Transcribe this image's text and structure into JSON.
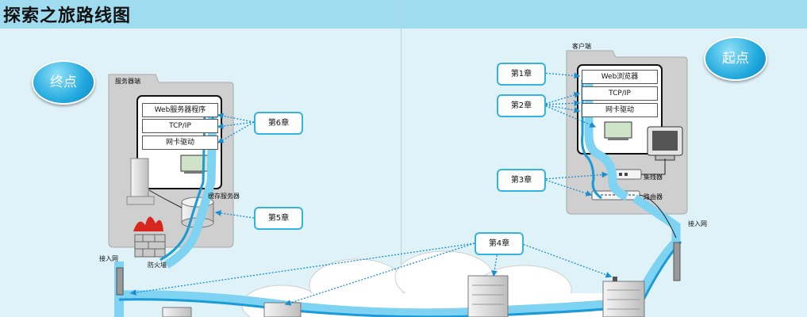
{
  "title": "探索之旅路线图",
  "badges": {
    "end": "终点",
    "start": "起点"
  },
  "server": {
    "caption": "服务器端",
    "stack": [
      "Web服务器程序",
      "TCP/IP",
      "网卡驱动"
    ],
    "cache": "缓存服务器",
    "firewall": "防火墙",
    "access": "接入网"
  },
  "client": {
    "caption": "客户端",
    "stack": [
      "Web浏览器",
      "TCP/IP",
      "网卡驱动"
    ],
    "hub": "集线器",
    "router": "路由器",
    "access": "接入网"
  },
  "chapters": {
    "ch1": "第1章",
    "ch2": "第2章",
    "ch3": "第3章",
    "ch4": "第4章",
    "ch5": "第5章",
    "ch6": "第6章"
  },
  "colors": {
    "path_light": "#7fd3f2",
    "path_dark": "#1a9ad6",
    "chapter_border": "#33b3e3",
    "title_band": "#9fdcf0"
  }
}
